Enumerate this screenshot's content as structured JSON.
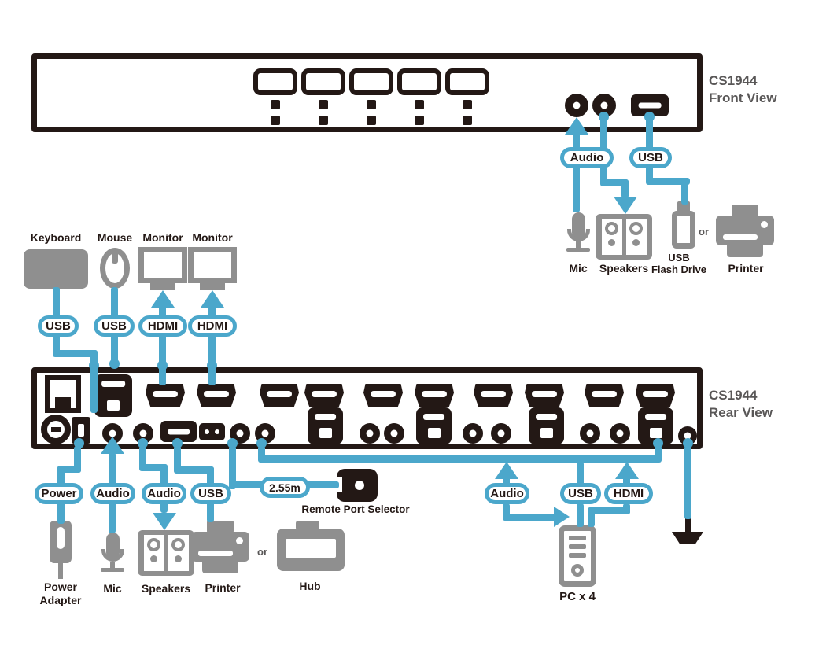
{
  "colors": {
    "cable_blue": "#4ba7cb",
    "line_dark": "#231815",
    "device_gray": "#8f8f8f",
    "caption_gray": "#595757"
  },
  "front_view": {
    "caption_model": "CS1944",
    "caption_view": "Front View",
    "badge_audio": "Audio",
    "badge_usb": "USB",
    "label_mic": "Mic",
    "label_speakers": "Speakers",
    "label_flash_line1": "USB",
    "label_flash_line2": "Flash Drive",
    "label_or": "or",
    "label_printer": "Printer"
  },
  "console": {
    "label_keyboard": "Keyboard",
    "label_mouse": "Mouse",
    "label_monitor_1": "Monitor",
    "label_monitor_2": "Monitor",
    "badge_usb_keyboard": "USB",
    "badge_usb_mouse": "USB",
    "badge_hdmi_1": "HDMI",
    "badge_hdmi_2": "HDMI"
  },
  "rear_view": {
    "caption_model": "CS1944",
    "caption_view": "Rear View",
    "badge_power": "Power",
    "badge_audio_mic": "Audio",
    "badge_audio_speakers": "Audio",
    "badge_usb": "USB",
    "badge_cable_length": "2.55m",
    "badge_pc_audio": "Audio",
    "badge_pc_usb": "USB",
    "badge_pc_hdmi": "HDMI",
    "label_power_adapter_line1": "Power",
    "label_power_adapter_line2": "Adapter",
    "label_mic": "Mic",
    "label_speakers": "Speakers",
    "label_printer": "Printer",
    "label_or": "or",
    "label_hub": "Hub",
    "label_remote_port_selector": "Remote Port Selector",
    "label_pc": "PC x 4"
  }
}
